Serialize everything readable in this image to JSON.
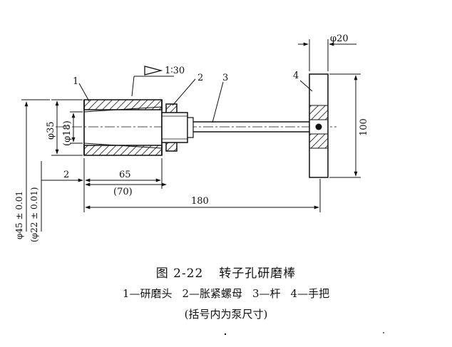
{
  "figure": {
    "number": "图 2-22",
    "title": "转子孔研磨棒",
    "legend": [
      "1—研磨头",
      "2—胀紧螺母",
      "3—杆",
      "4—手把"
    ],
    "note": "(括号内为泵尺寸)"
  },
  "callouts": {
    "part1": "1",
    "part2": "2",
    "part3": "3",
    "part4": "4"
  },
  "dimensions": {
    "taper": "1∶30",
    "handle_thickness": "φ20",
    "handle_height": "100",
    "outer_diameter": "φ35",
    "inner_diameter": "(φ18)",
    "stop_offset": "2",
    "head_length": "65",
    "head_length_pump": "(70)",
    "total_length": "180",
    "bore_diameter": "φ45 ± 0.01",
    "bore_diameter_pump": "(φ22 ± 0.01)"
  }
}
